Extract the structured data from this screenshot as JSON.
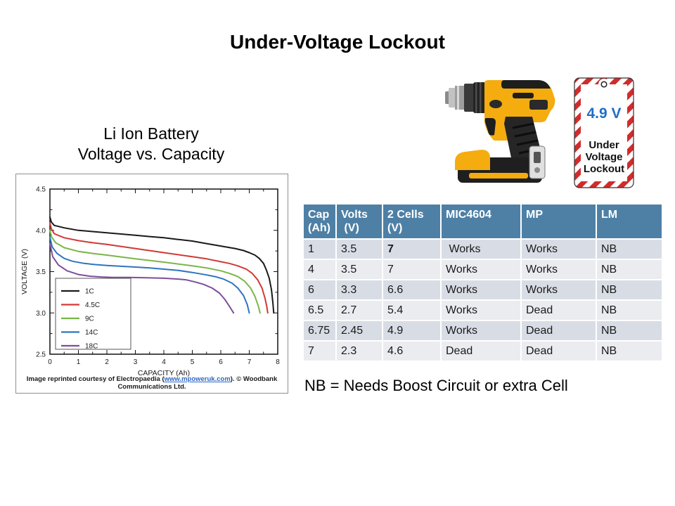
{
  "title": "Under-Voltage Lockout",
  "chart_panel": {
    "heading_line1": "Li Ion Battery",
    "heading_line2": "Voltage vs. Capacity",
    "caption_prefix": "Image reprinted courtesy of Electropaedia (",
    "caption_link": "www.mpoweruk.com",
    "caption_suffix": "). © Woodbank Communications Ltd."
  },
  "chart_data": {
    "type": "line",
    "title": "",
    "xlabel": "CAPACITY (Ah)",
    "ylabel": "VOLTAGE (V)",
    "xlim": [
      0,
      8
    ],
    "ylim": [
      2.5,
      4.5
    ],
    "x_tick_labels": [
      "0",
      "1",
      "2",
      "3",
      "4",
      "5",
      "6",
      "7",
      "8"
    ],
    "y_tick_labels": [
      "2.5",
      "3.0",
      "3.5",
      "4.0",
      "4.5"
    ],
    "x_minor_step": 0.5,
    "y_minor_step": 0.25,
    "grid": false,
    "legend_position": "left-center",
    "series": [
      {
        "name": "1C",
        "color": "#1a1a1a",
        "points": [
          [
            0,
            4.16
          ],
          [
            0.05,
            4.1
          ],
          [
            0.15,
            4.06
          ],
          [
            0.5,
            4.03
          ],
          [
            1,
            4.0
          ],
          [
            1.5,
            3.985
          ],
          [
            2,
            3.97
          ],
          [
            2.5,
            3.955
          ],
          [
            3,
            3.94
          ],
          [
            3.5,
            3.925
          ],
          [
            4,
            3.91
          ],
          [
            4.5,
            3.89
          ],
          [
            5,
            3.87
          ],
          [
            5.5,
            3.84
          ],
          [
            6,
            3.81
          ],
          [
            6.5,
            3.78
          ],
          [
            6.8,
            3.755
          ],
          [
            7,
            3.73
          ],
          [
            7.2,
            3.7
          ],
          [
            7.35,
            3.66
          ],
          [
            7.5,
            3.6
          ],
          [
            7.6,
            3.52
          ],
          [
            7.7,
            3.42
          ],
          [
            7.78,
            3.28
          ],
          [
            7.83,
            3.12
          ],
          [
            7.86,
            3.0
          ]
        ]
      },
      {
        "name": "4.5C",
        "color": "#d03a34",
        "points": [
          [
            0,
            4.09
          ],
          [
            0.05,
            4.02
          ],
          [
            0.15,
            3.96
          ],
          [
            0.5,
            3.91
          ],
          [
            1,
            3.875
          ],
          [
            1.5,
            3.85
          ],
          [
            2,
            3.83
          ],
          [
            3,
            3.78
          ],
          [
            4,
            3.73
          ],
          [
            5,
            3.68
          ],
          [
            5.5,
            3.655
          ],
          [
            6,
            3.62
          ],
          [
            6.3,
            3.6
          ],
          [
            6.6,
            3.57
          ],
          [
            6.9,
            3.53
          ],
          [
            7.1,
            3.48
          ],
          [
            7.3,
            3.4
          ],
          [
            7.45,
            3.3
          ],
          [
            7.55,
            3.18
          ],
          [
            7.62,
            3.07
          ],
          [
            7.65,
            3.0
          ]
        ]
      },
      {
        "name": "9C",
        "color": "#7ab648",
        "points": [
          [
            0,
            4.0
          ],
          [
            0.06,
            3.92
          ],
          [
            0.2,
            3.85
          ],
          [
            0.5,
            3.79
          ],
          [
            1,
            3.745
          ],
          [
            1.5,
            3.72
          ],
          [
            2,
            3.7
          ],
          [
            3,
            3.655
          ],
          [
            4,
            3.615
          ],
          [
            5,
            3.57
          ],
          [
            5.5,
            3.545
          ],
          [
            6,
            3.51
          ],
          [
            6.3,
            3.48
          ],
          [
            6.6,
            3.44
          ],
          [
            6.85,
            3.38
          ],
          [
            7.05,
            3.3
          ],
          [
            7.2,
            3.2
          ],
          [
            7.32,
            3.08
          ],
          [
            7.38,
            3.0
          ]
        ]
      },
      {
        "name": "14C",
        "color": "#2e74c0",
        "points": [
          [
            0,
            3.92
          ],
          [
            0.08,
            3.8
          ],
          [
            0.25,
            3.72
          ],
          [
            0.5,
            3.66
          ],
          [
            0.8,
            3.625
          ],
          [
            1.2,
            3.6
          ],
          [
            1.6,
            3.585
          ],
          [
            2,
            3.575
          ],
          [
            2.5,
            3.565
          ],
          [
            3,
            3.555
          ],
          [
            3.5,
            3.545
          ],
          [
            4,
            3.53
          ],
          [
            4.5,
            3.515
          ],
          [
            5,
            3.49
          ],
          [
            5.5,
            3.46
          ],
          [
            5.8,
            3.44
          ],
          [
            6.1,
            3.41
          ],
          [
            6.4,
            3.36
          ],
          [
            6.6,
            3.3
          ],
          [
            6.8,
            3.21
          ],
          [
            6.93,
            3.1
          ],
          [
            7.0,
            3.0
          ]
        ]
      },
      {
        "name": "18C",
        "color": "#7e4d9b",
        "points": [
          [
            0,
            3.84
          ],
          [
            0.1,
            3.68
          ],
          [
            0.3,
            3.58
          ],
          [
            0.6,
            3.51
          ],
          [
            1,
            3.465
          ],
          [
            1.4,
            3.445
          ],
          [
            1.8,
            3.435
          ],
          [
            2.2,
            3.43
          ],
          [
            2.8,
            3.43
          ],
          [
            3.4,
            3.425
          ],
          [
            4,
            3.42
          ],
          [
            4.5,
            3.41
          ],
          [
            4.8,
            3.4
          ],
          [
            5.1,
            3.375
          ],
          [
            5.4,
            3.345
          ],
          [
            5.7,
            3.3
          ],
          [
            5.95,
            3.24
          ],
          [
            6.15,
            3.16
          ],
          [
            6.32,
            3.07
          ],
          [
            6.45,
            3.0
          ]
        ]
      }
    ],
    "legend": [
      "1C",
      "4.5C",
      "9C",
      "14C",
      "18C"
    ]
  },
  "tag": {
    "voltage": "4.9 V",
    "line1": "Under",
    "line2": "Voltage",
    "line3": "Lockout",
    "accent_blue": "#1f6fc5",
    "stripe_red": "#d02c2c"
  },
  "table": {
    "header_fill": "#4e80a6",
    "row_fill_odd": "#d8dde5",
    "row_fill_even": "#eaecf0",
    "columns": [
      "Cap\n(Ah)",
      "Volts\n (V)",
      "2 Cells\n(V)",
      "MIC4604",
      "MP",
      "LM"
    ],
    "rows": [
      [
        "1",
        "3.5",
        "7",
        " Works",
        "Works",
        "NB"
      ],
      [
        "4",
        "3.5",
        "7",
        "Works",
        "Works",
        "NB"
      ],
      [
        "6",
        "3.3",
        "6.6",
        "Works",
        "Works",
        "NB"
      ],
      [
        "6.5",
        "2.7",
        "5.4",
        "Works",
        "Dead",
        "NB"
      ],
      [
        "6.75",
        "2.45",
        "4.9",
        "Works",
        "Dead",
        "NB"
      ],
      [
        "7",
        "2.3",
        "4.6",
        "Dead",
        "Dead",
        "NB"
      ]
    ],
    "bold_cells": [
      [
        0,
        2
      ]
    ]
  },
  "note": "NB = Needs Boost Circuit or extra Cell"
}
